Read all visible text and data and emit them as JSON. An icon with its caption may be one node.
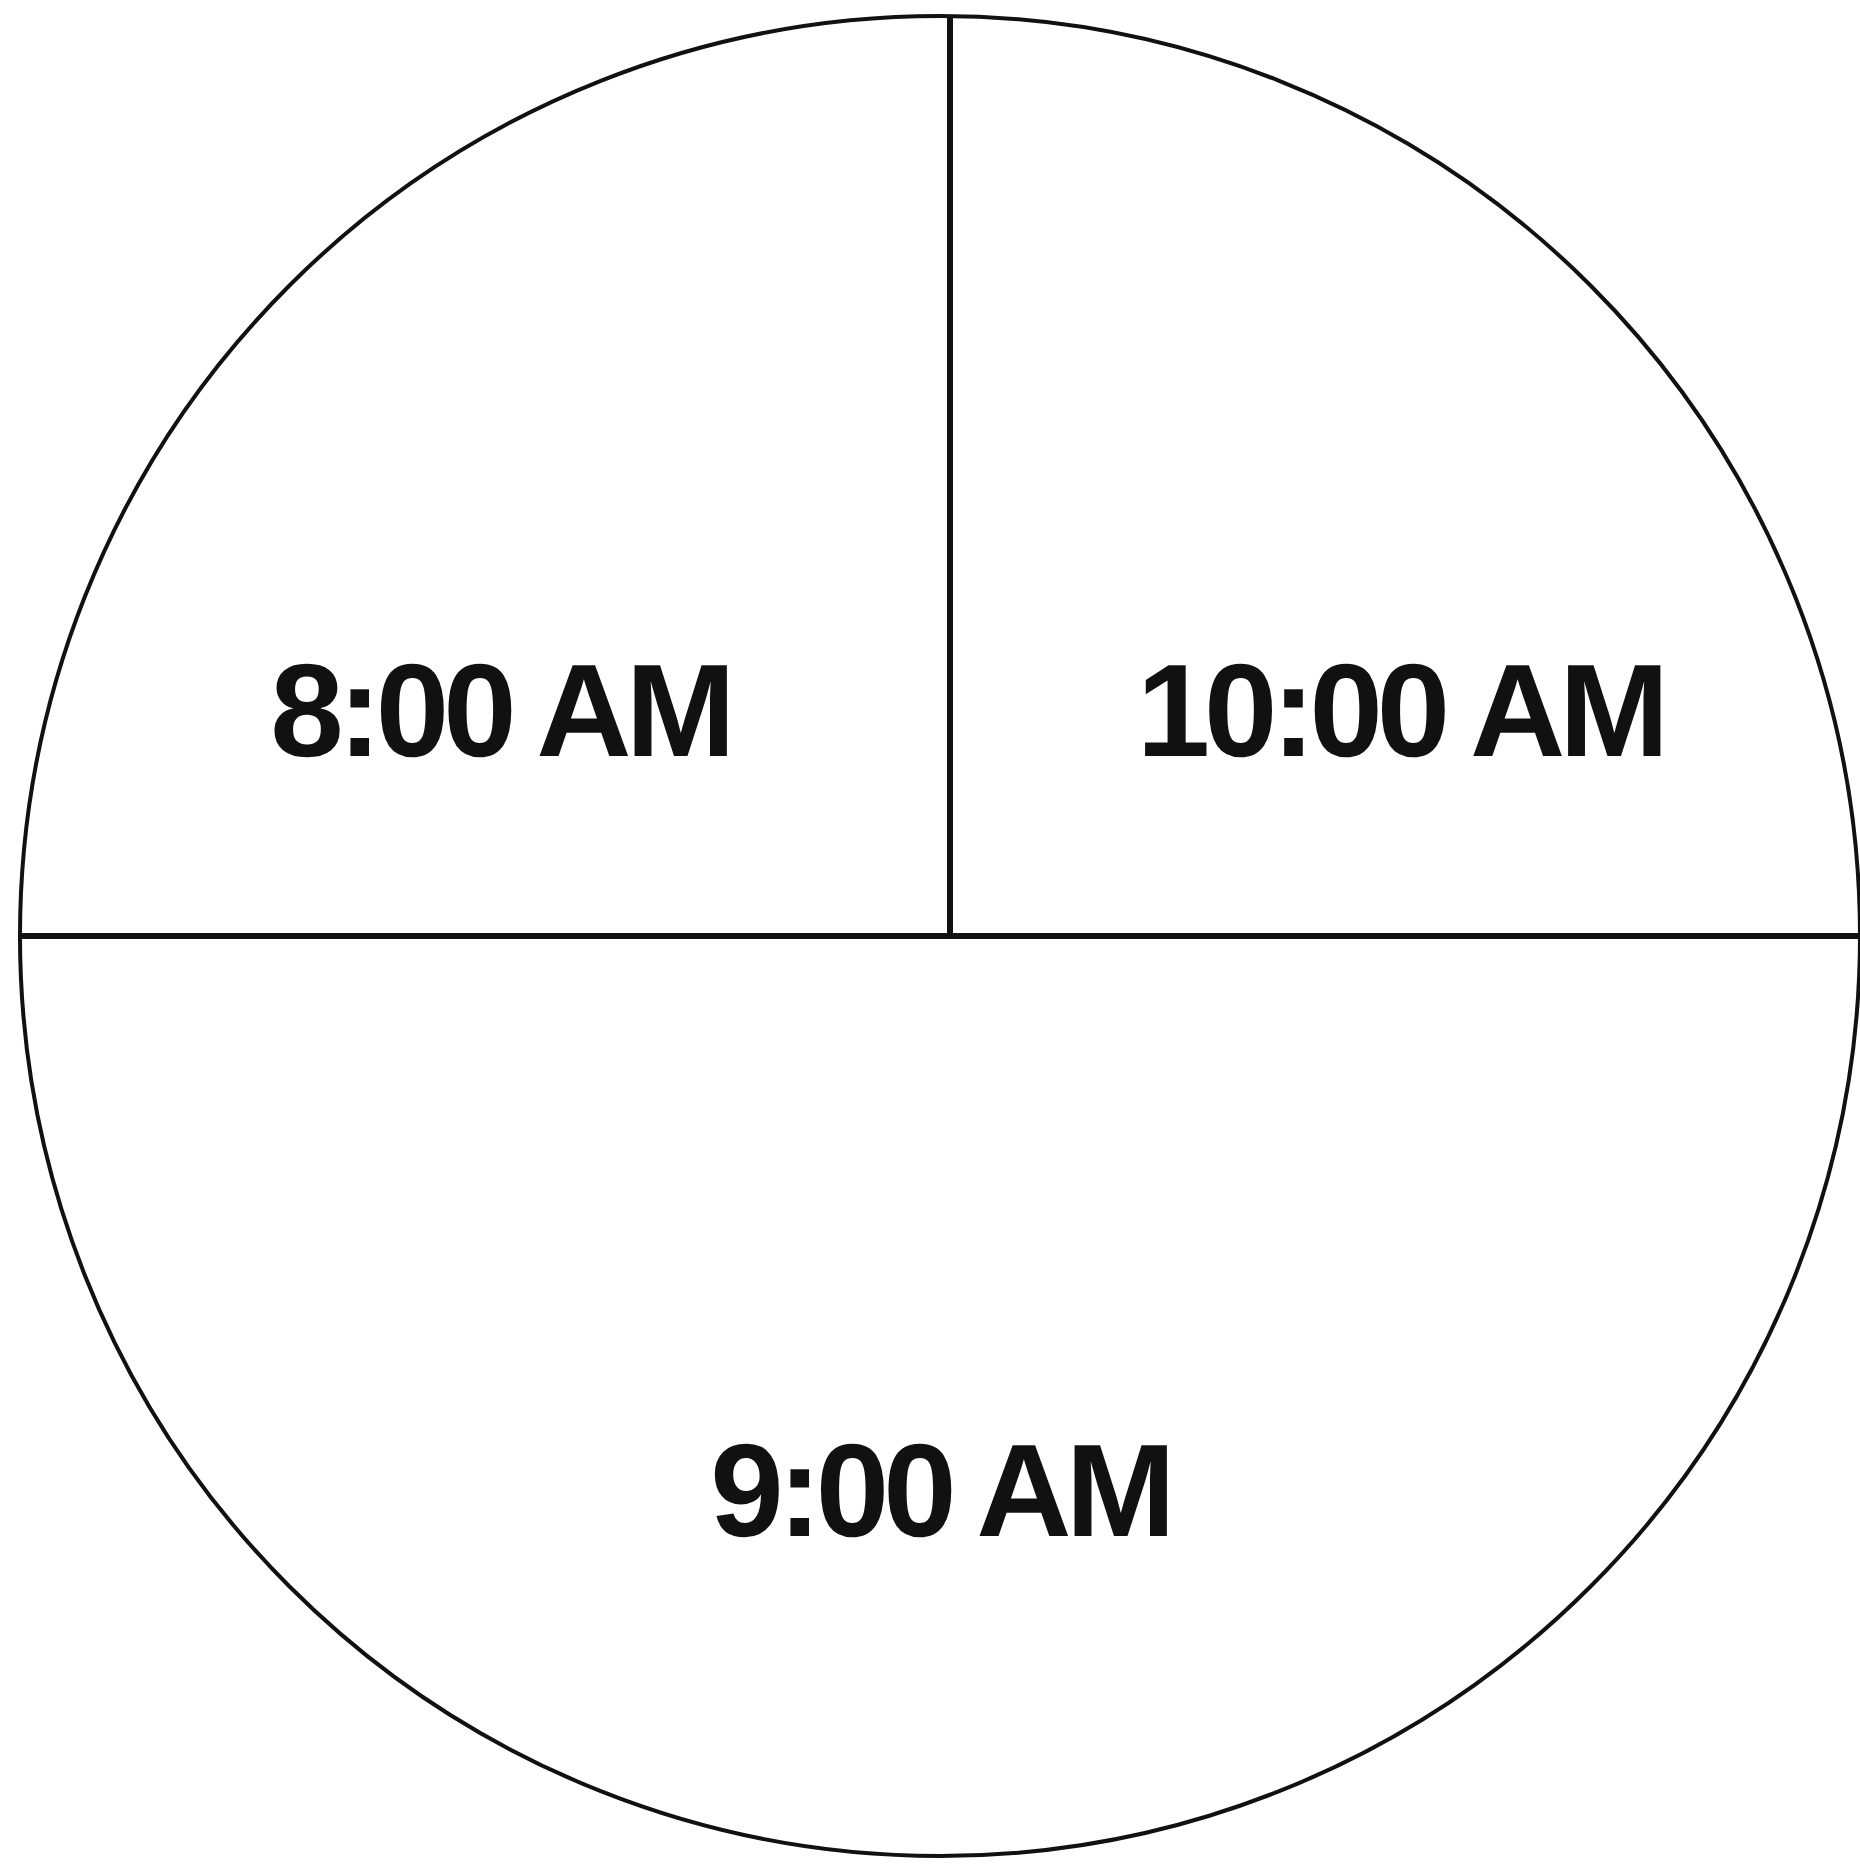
{
  "diagram": {
    "nodes": [
      {
        "text": [
          "8:00 AM"
        ]
      },
      {
        "text": [
          "10:00 AM"
        ]
      },
      {
        "text": [
          "9:00 AM"
        ]
      }
    ]
  }
}
